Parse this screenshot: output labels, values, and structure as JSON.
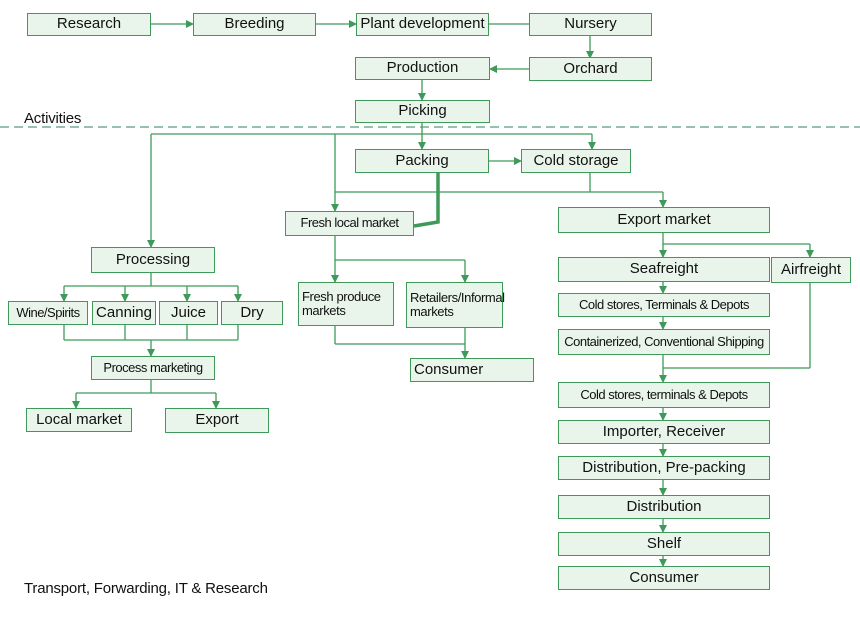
{
  "colors": {
    "box_fill": "#e9f5ea",
    "box_border": "#3f9a5a",
    "line": "#3f9a5a"
  },
  "labels": {
    "activities": "Activities",
    "transport": "Transport, Forwarding, IT & Research"
  },
  "nodes": {
    "research": "Research",
    "breeding": "Breeding",
    "plant_development": "Plant development",
    "nursery": "Nursery",
    "production": "Production",
    "orchard": "Orchard",
    "picking": "Picking",
    "packing": "Packing",
    "cold_storage": "Cold storage",
    "fresh_local_market": "Fresh local market",
    "export_market": "Export market",
    "processing": "Processing",
    "wine_spirits": "Wine/Spirits",
    "canning": "Canning",
    "juice": "Juice",
    "dry": "Dry",
    "process_marketing": "Process marketing",
    "local_market": "Local market",
    "export": "Export",
    "fresh_produce_markets": "Fresh produce markets",
    "retailers_informal_markets": "Retailers/Informal markets",
    "consumer_local": "Consumer",
    "seafreight": "Seafreight",
    "airfreight": "Airfreight",
    "cold_stores_terminals_depots_1": "Cold stores, Terminals & Depots",
    "containerized_shipping": "Containerized, Conventional Shipping",
    "cold_stores_terminals_depots_2": "Cold stores, terminals & Depots",
    "importer_receiver": "Importer,  Receiver",
    "distribution_prepacking": "Distribution,  Pre-packing",
    "distribution": "Distribution",
    "shelf": "Shelf",
    "consumer_export": "Consumer"
  }
}
